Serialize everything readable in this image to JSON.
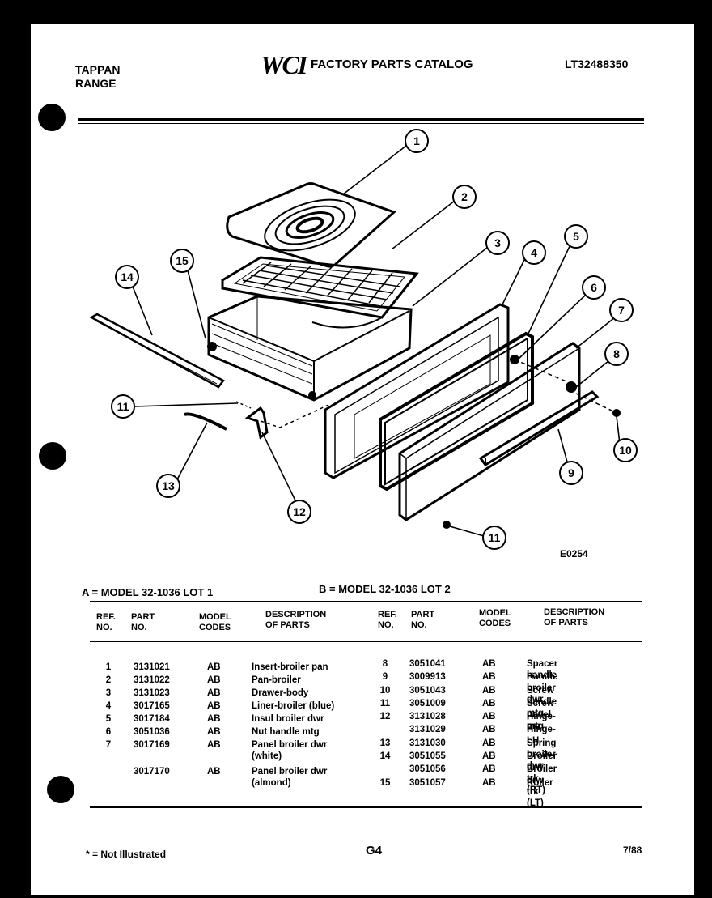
{
  "header": {
    "brand_line1": "TAPPAN",
    "brand_line2": "RANGE",
    "logo": "WCI",
    "catalog_title": "FACTORY PARTS CATALOG",
    "catalog_number": "LT32488350"
  },
  "diagram": {
    "drawing_code": "E0254",
    "callouts": [
      "1",
      "2",
      "3",
      "4",
      "5",
      "6",
      "7",
      "8",
      "9",
      "10",
      "11",
      "11",
      "12",
      "13",
      "14",
      "15"
    ]
  },
  "models": {
    "a": "A = MODEL 32-1036 LOT 1",
    "b": "B = MODEL 32-1036 LOT 2"
  },
  "columns": {
    "ref_line1": "REF.",
    "ref_line2": "NO.",
    "part_line1": "PART",
    "part_line2": "NO.",
    "model_line1": "MODEL",
    "model_line2": "CODES",
    "desc_line1": "DESCRIPTION",
    "desc_line2": "OF PARTS"
  },
  "parts_left": [
    {
      "ref": "1",
      "part": "3131021",
      "code": "AB",
      "desc": "Insert-broiler pan"
    },
    {
      "ref": "2",
      "part": "3131022",
      "code": "AB",
      "desc": "Pan-broiler"
    },
    {
      "ref": "3",
      "part": "3131023",
      "code": "AB",
      "desc": "Drawer-body"
    },
    {
      "ref": "4",
      "part": "3017165",
      "code": "AB",
      "desc": "Liner-broiler (blue)"
    },
    {
      "ref": "5",
      "part": "3017184",
      "code": "AB",
      "desc": "Insul broiler dwr"
    },
    {
      "ref": "6",
      "part": "3051036",
      "code": "AB",
      "desc": "Nut handle mtg"
    },
    {
      "ref": "7",
      "part": "3017169",
      "code": "AB",
      "desc": "Panel broiler dwr (white)"
    },
    {
      "ref": "",
      "part": "3017170",
      "code": "AB",
      "desc": "Panel broiler dwr (almond)"
    }
  ],
  "parts_right": [
    {
      "ref": "8",
      "part": "3051041",
      "code": "AB",
      "desc": "Spacer handle"
    },
    {
      "ref": "9",
      "part": "3009913",
      "code": "AB",
      "desc": "Handle broiler dwr"
    },
    {
      "ref": "10",
      "part": "3051043",
      "code": "AB",
      "desc": "Screw handle mtg"
    },
    {
      "ref": "11",
      "part": "3051009",
      "code": "AB",
      "desc": "Screw panel mtg"
    },
    {
      "ref": "12",
      "part": "3131028",
      "code": "AB",
      "desc": "Hinge-RH"
    },
    {
      "ref": "",
      "part": "3131029",
      "code": "AB",
      "desc": "Hinge-LH"
    },
    {
      "ref": "13",
      "part": "3131030",
      "code": "AB",
      "desc": "Spring broiler dwr"
    },
    {
      "ref": "14",
      "part": "3051055",
      "code": "AB",
      "desc": "Broiler drw trk (RT)"
    },
    {
      "ref": "",
      "part": "3051056",
      "code": "AB",
      "desc": "Broiler drw trk (LT)"
    },
    {
      "ref": "15",
      "part": "3051057",
      "code": "AB",
      "desc": "Roller"
    }
  ],
  "footer": {
    "note": "* = Not Illustrated",
    "page": "G4",
    "date": "7/88"
  }
}
